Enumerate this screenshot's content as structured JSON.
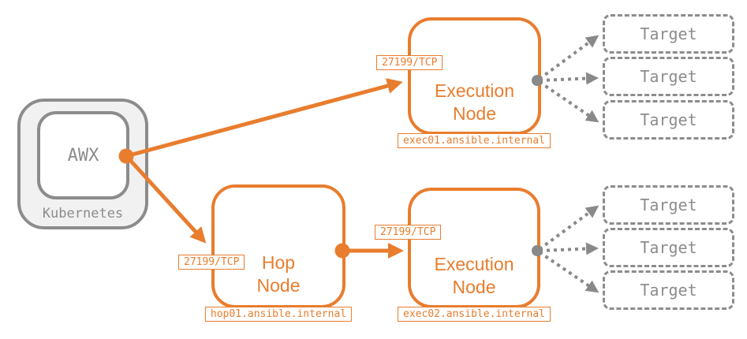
{
  "colors": {
    "orange": "#e87d2e",
    "gray_border": "#8c8c8c",
    "gray_dot": "#898989",
    "kubernetes_fill": "#f1f1f1",
    "background": "#ffffff"
  },
  "kubernetes_group": {
    "label": "Kubernetes",
    "awx": {
      "label": "AWX"
    }
  },
  "nodes": {
    "exec01": {
      "name_line1": "Execution",
      "name_line2": "Node",
      "port_label": "27199/TCP",
      "hostname": "exec01.ansible.internal"
    },
    "hop": {
      "name_line1": "Hop",
      "name_line2": "Node",
      "port_label": "27199/TCP",
      "hostname": "hop01.ansible.internal"
    },
    "exec02": {
      "name_line1": "Execution",
      "name_line2": "Node",
      "port_label": "27199/TCP",
      "hostname": "exec02.ansible.internal"
    }
  },
  "targets": {
    "label": "Target"
  }
}
